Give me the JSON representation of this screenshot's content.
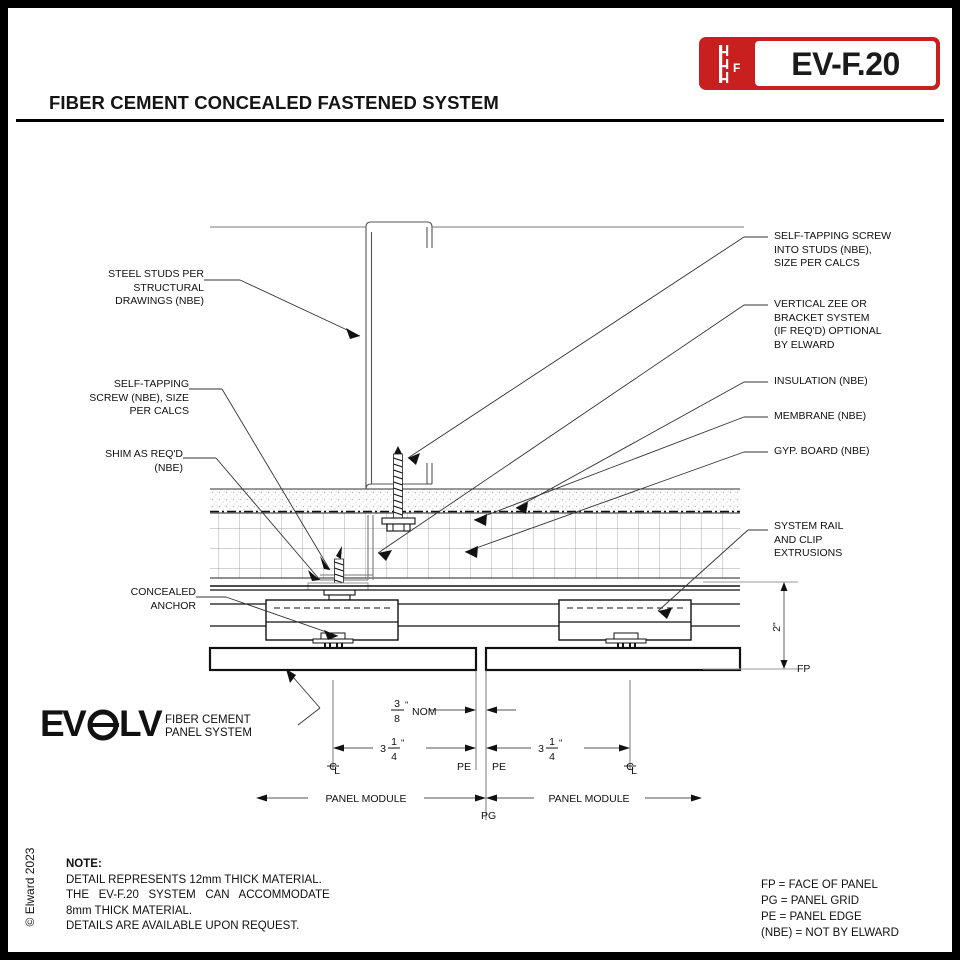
{
  "header": {
    "badge_code": "EV-F.20",
    "badge_letter": "F",
    "badge_color": "#c8201e",
    "title": "FIBER CEMENT CONCEALED FASTENED SYSTEM"
  },
  "copyright": "© Elward 2023",
  "logo": {
    "wordmark": "EVOLV",
    "tagline_line1": "FIBER CEMENT",
    "tagline_line2": "PANEL SYSTEM"
  },
  "labels_left": [
    {
      "id": "steel-studs",
      "text": "STEEL STUDS PER\nSTRUCTURAL\nDRAWINGS (NBE)"
    },
    {
      "id": "self-tapping-screw",
      "text": "SELF-TAPPING\nSCREW (NBE), SIZE\nPER CALCS"
    },
    {
      "id": "shim",
      "text": "SHIM AS REQ'D\n(NBE)"
    },
    {
      "id": "concealed-anchor",
      "text": "CONCEALED\nANCHOR"
    }
  ],
  "labels_right": [
    {
      "id": "self-tapping-screw-studs",
      "text": "SELF-TAPPING SCREW\nINTO STUDS (NBE),\nSIZE PER CALCS"
    },
    {
      "id": "vertical-zee",
      "text": "VERTICAL ZEE OR\nBRACKET SYSTEM\n(IF REQ'D) OPTIONAL\nBY ELWARD"
    },
    {
      "id": "insulation",
      "text": "INSULATION (NBE)"
    },
    {
      "id": "membrane",
      "text": "MEMBRANE (NBE)"
    },
    {
      "id": "gyp-board",
      "text": "GYP. BOARD (NBE)"
    },
    {
      "id": "system-rail",
      "text": "SYSTEM RAIL\nAND CLIP\nEXTRUSIONS"
    }
  ],
  "dimensions": {
    "vertical_depth": "2\"",
    "face_of_panel_tag": "FP",
    "nominal_gap_whole": "",
    "nominal_gap_num": "3",
    "nominal_gap_den": "8",
    "nominal_gap_suffix": "\" NOM",
    "module_half_whole": "3",
    "module_half_num": "1",
    "module_half_den": "4",
    "module_half_suffix": "\"",
    "centerline_left": "CL",
    "centerline_right": "CL",
    "panel_edge_left": "PE",
    "panel_edge_right": "PE",
    "panel_grid": "PG",
    "panel_module_left": "PANEL MODULE",
    "panel_module_right": "PANEL MODULE"
  },
  "note": {
    "heading": "NOTE:",
    "line1": "DETAIL REPRESENTS 12mm THICK MATERIAL.",
    "line2": "THE   EV-F.20   SYSTEM   CAN   ACCOMMODATE",
    "line3": "8mm THICK MATERIAL.",
    "line4": "DETAILS ARE AVAILABLE UPON REQUEST."
  },
  "legend": {
    "line1": "FP = FACE OF PANEL",
    "line2": "PG = PANEL GRID",
    "line3": "PE = PANEL EDGE",
    "line4": "(NBE) = NOT BY ELWARD"
  }
}
